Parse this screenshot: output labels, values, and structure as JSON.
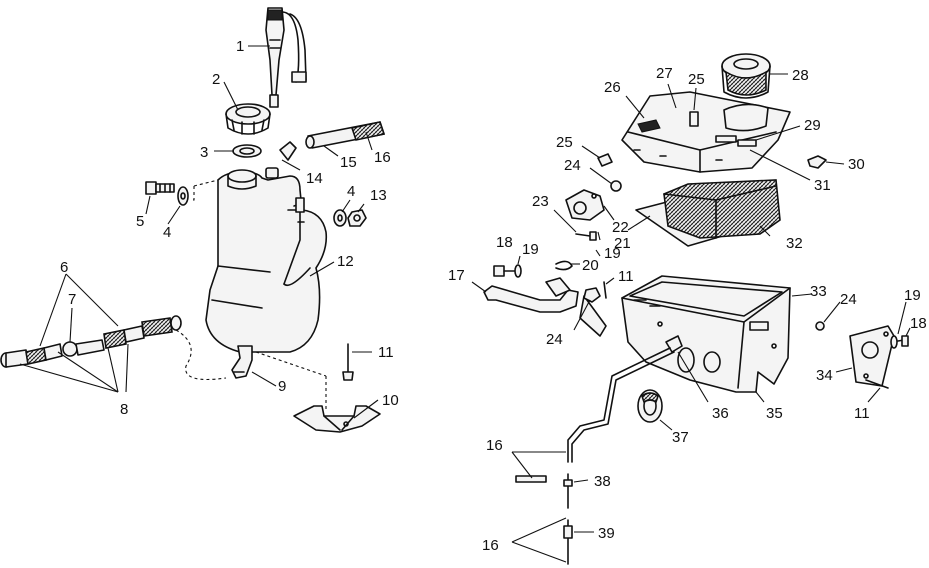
{
  "colors": {
    "ink": "#111111",
    "background": "#ffffff"
  },
  "callouts": {
    "c1": "1",
    "c2": "2",
    "c3": "3",
    "c4a": "4",
    "c4b": "4",
    "c5": "5",
    "c6": "6",
    "c7": "7",
    "c8": "8",
    "c9": "9",
    "c10": "10",
    "c11a": "11",
    "c12": "12",
    "c13": "13",
    "c14": "14",
    "c15": "15",
    "c16a": "16",
    "c11b": "11",
    "c16b": "16",
    "c16c": "16",
    "c17": "17",
    "c18a": "18",
    "c18b": "18",
    "c19a": "19",
    "c19b": "19",
    "c19c": "19",
    "c20": "20",
    "c21": "21",
    "c22": "22",
    "c23": "23",
    "c24a": "24",
    "c24b": "24",
    "c24c": "24",
    "c25a": "25",
    "c25b": "25",
    "c26": "26",
    "c27": "27",
    "c28": "28",
    "c29": "29",
    "c30": "30",
    "c31": "31",
    "c32": "32",
    "c33": "33",
    "c34": "34",
    "c35": "35",
    "c36": "36",
    "c37": "37",
    "c38": "38",
    "c39": "39",
    "c11c": "11"
  }
}
